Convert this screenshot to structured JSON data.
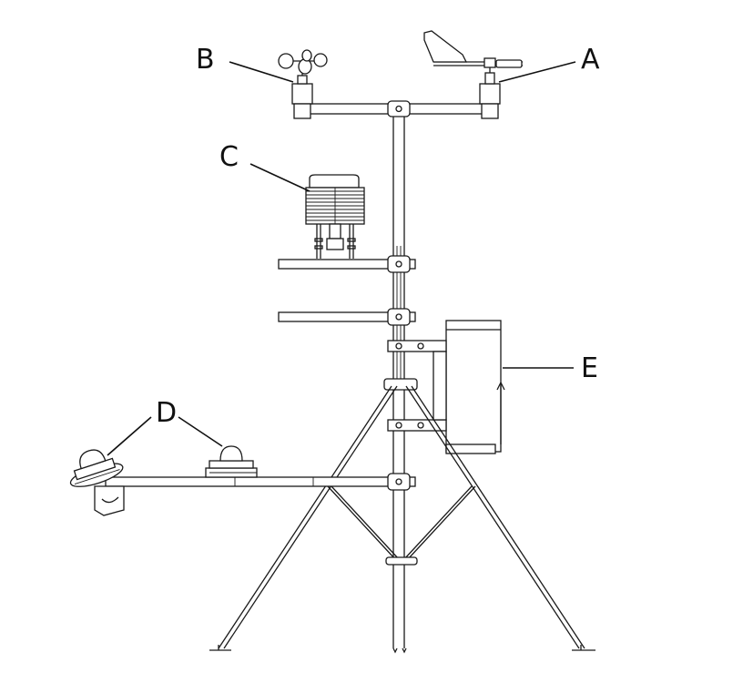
{
  "labels": {
    "a": "A",
    "b": "B",
    "c": "C",
    "d": "D",
    "e": "E"
  },
  "colors": {
    "line": "#1a1a1a",
    "background": "#ffffff"
  }
}
